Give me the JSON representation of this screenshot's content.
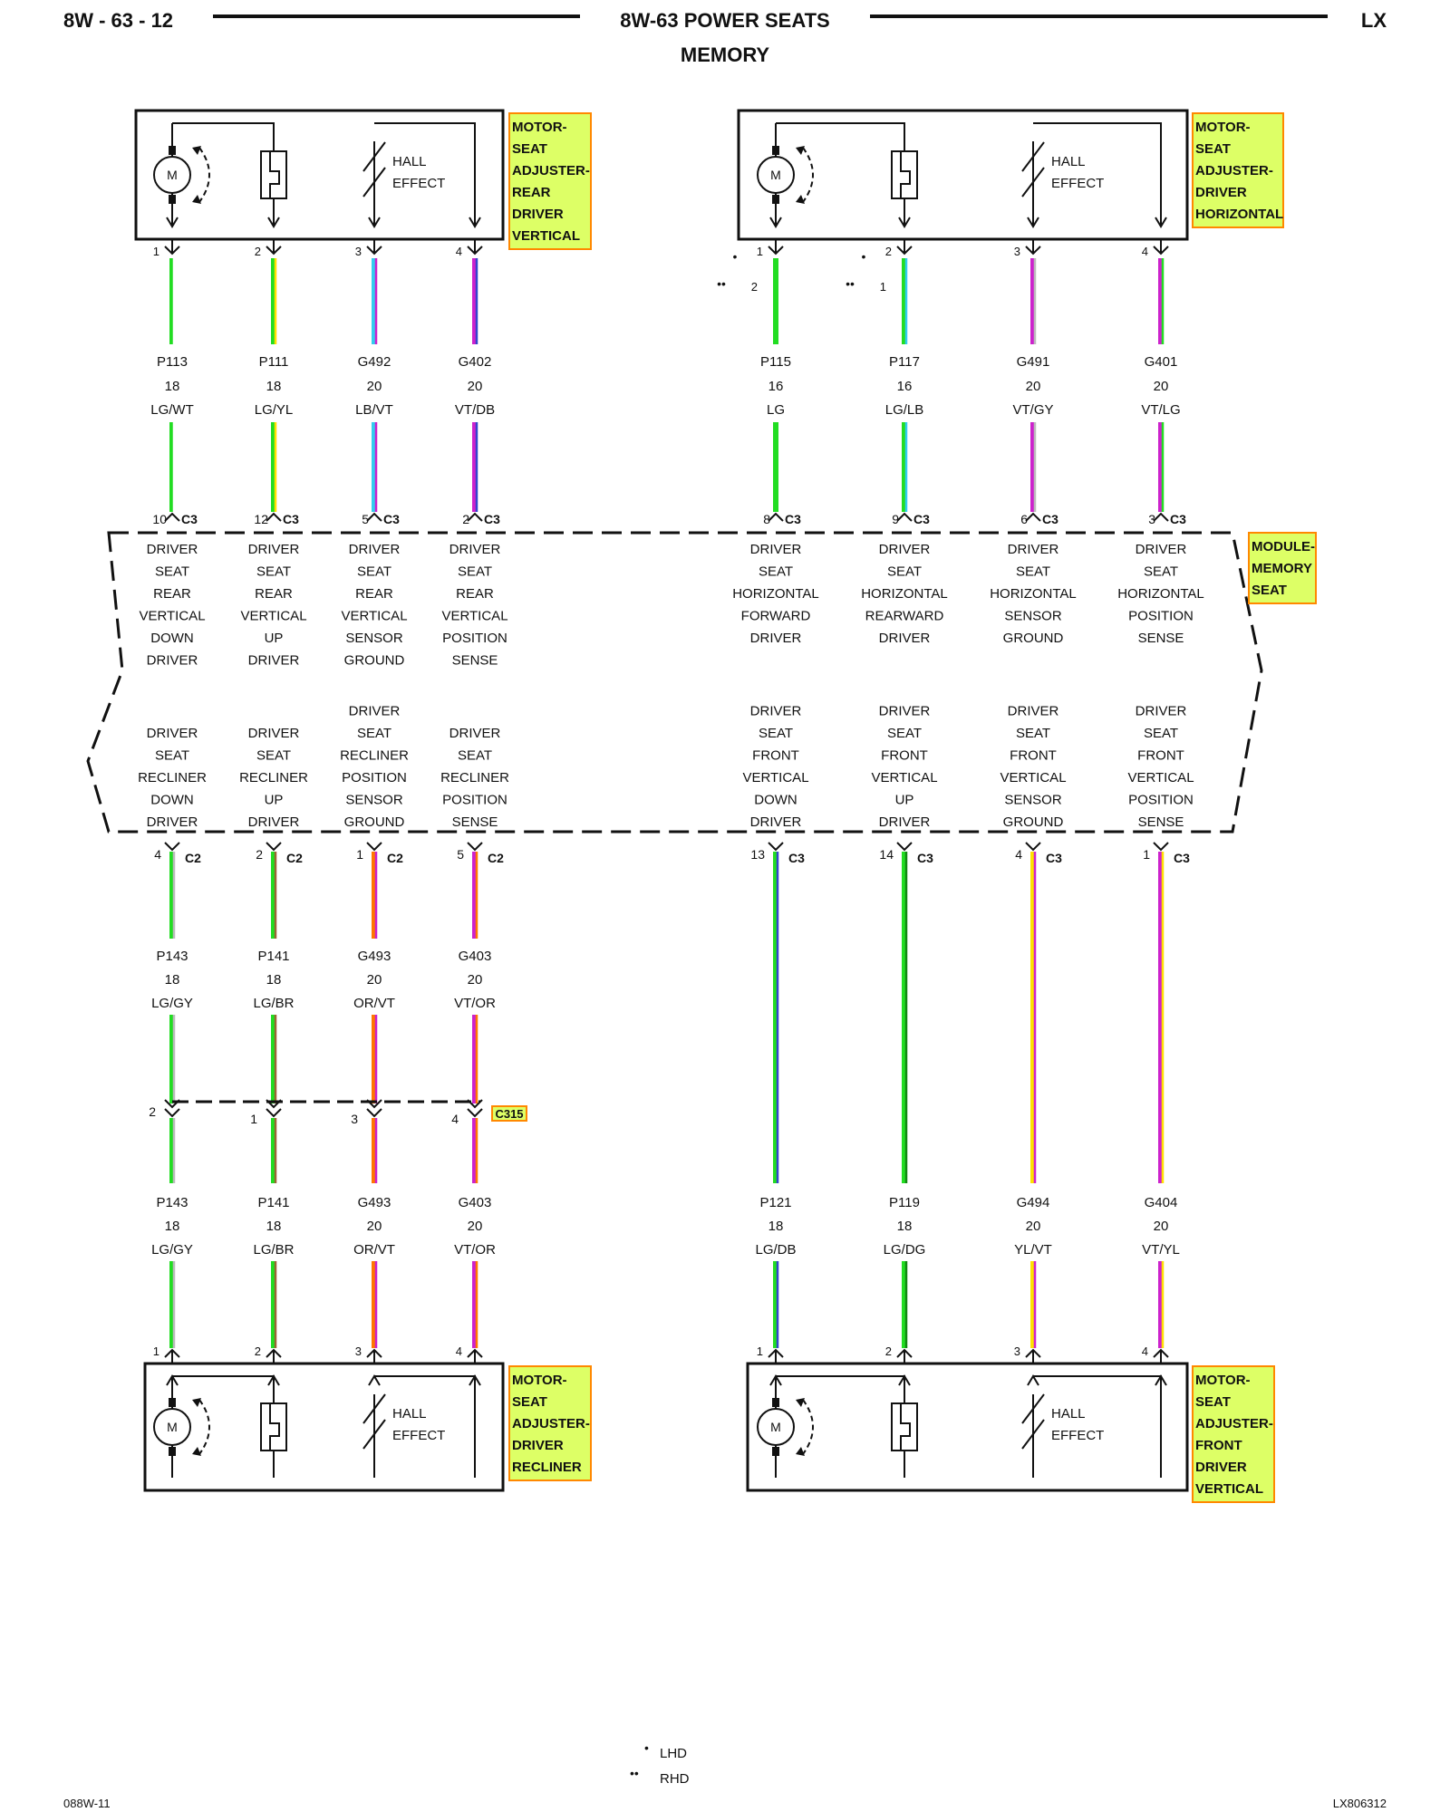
{
  "header": {
    "page_left": "8W - 63 - 12",
    "title": "8W-63 POWER SEATS",
    "subtitle": "MEMORY",
    "page_right": "LX"
  },
  "footer": {
    "left_code": "088W-11",
    "right_code": "LX806312",
    "legend_lhd": "LHD",
    "legend_rhd": "RHD"
  },
  "colors": {
    "LG": "#22dd22",
    "LB": "#33ccee",
    "VT": "#cc22cc",
    "DB": "#3344cc",
    "GY": "#bbbbbb",
    "OR": "#ff7700",
    "YL": "#ffe000",
    "RD": "#ff0000",
    "WT": "#ffffff",
    "BR": "#996633",
    "DG": "#118811",
    "tag_fill": "#ddff66",
    "tag_border": "#ff8800"
  },
  "module": {
    "tag_lines": [
      "MODULE-",
      "MEMORY",
      "SEAT"
    ],
    "upper_connector": "C3",
    "upper_left_functions": [
      [
        "DRIVER",
        "SEAT",
        "REAR",
        "VERTICAL",
        "DOWN",
        "DRIVER"
      ],
      [
        "DRIVER",
        "SEAT",
        "REAR",
        "VERTICAL",
        "UP",
        "DRIVER"
      ],
      [
        "DRIVER",
        "SEAT",
        "REAR",
        "VERTICAL",
        "SENSOR",
        "GROUND"
      ],
      [
        "DRIVER",
        "SEAT",
        "REAR",
        "VERTICAL",
        "POSITION",
        "SENSE"
      ]
    ],
    "upper_right_functions": [
      [
        "DRIVER",
        "SEAT",
        "HORIZONTAL",
        "FORWARD",
        "DRIVER"
      ],
      [
        "DRIVER",
        "SEAT",
        "HORIZONTAL",
        "REARWARD",
        "DRIVER"
      ],
      [
        "DRIVER",
        "SEAT",
        "HORIZONTAL",
        "SENSOR",
        "GROUND"
      ],
      [
        "DRIVER",
        "SEAT",
        "HORIZONTAL",
        "POSITION",
        "SENSE"
      ]
    ],
    "lower_left_functions": [
      [
        "DRIVER",
        "SEAT",
        "RECLINER",
        "DOWN",
        "DRIVER"
      ],
      [
        "DRIVER",
        "SEAT",
        "RECLINER",
        "UP",
        "DRIVER"
      ],
      [
        "DRIVER",
        "SEAT",
        "RECLINER",
        "POSITION",
        "SENSOR",
        "GROUND"
      ],
      [
        "DRIVER",
        "SEAT",
        "RECLINER",
        "POSITION",
        "SENSE"
      ]
    ],
    "lower_right_functions": [
      [
        "DRIVER",
        "SEAT",
        "FRONT",
        "VERTICAL",
        "DOWN",
        "DRIVER"
      ],
      [
        "DRIVER",
        "SEAT",
        "FRONT",
        "VERTICAL",
        "UP",
        "DRIVER"
      ],
      [
        "DRIVER",
        "SEAT",
        "FRONT",
        "VERTICAL",
        "SENSOR",
        "GROUND"
      ],
      [
        "DRIVER",
        "SEAT",
        "FRONT",
        "VERTICAL",
        "POSITION",
        "SENSE"
      ]
    ]
  },
  "motors": {
    "rear_vertical": {
      "tag_lines": [
        "MOTOR-",
        "SEAT",
        "ADJUSTER-",
        "REAR",
        "DRIVER",
        "VERTICAL"
      ],
      "hall_lines": [
        "HALL",
        "EFFECT"
      ],
      "motor_symbol": "M",
      "pins": [
        "1",
        "2",
        "3",
        "4"
      ]
    },
    "horizontal": {
      "tag_lines": [
        "MOTOR-",
        "SEAT",
        "ADJUSTER-",
        "DRIVER",
        "HORIZONTAL"
      ],
      "hall_lines": [
        "HALL",
        "EFFECT"
      ],
      "motor_symbol": "M",
      "pins": [
        "1",
        "2",
        "3",
        "4"
      ],
      "alt_pins": [
        "2",
        "1"
      ]
    },
    "recliner": {
      "tag_lines": [
        "MOTOR-",
        "SEAT",
        "ADJUSTER-",
        "DRIVER",
        "RECLINER"
      ],
      "hall_lines": [
        "HALL",
        "EFFECT"
      ],
      "motor_symbol": "M",
      "pins": [
        "1",
        "2",
        "3",
        "4"
      ]
    },
    "front_vertical": {
      "tag_lines": [
        "MOTOR-",
        "SEAT",
        "ADJUSTER-",
        "FRONT",
        "DRIVER",
        "VERTICAL"
      ],
      "hall_lines": [
        "HALL",
        "EFFECT"
      ],
      "motor_symbol": "M",
      "pins": [
        "1",
        "2",
        "3",
        "4"
      ]
    }
  },
  "upper_left_wires": [
    {
      "circuit": "P113",
      "gauge": "18",
      "color": "LG/WT",
      "c3_pin": "10"
    },
    {
      "circuit": "P111",
      "gauge": "18",
      "color": "LG/YL",
      "c3_pin": "12"
    },
    {
      "circuit": "G492",
      "gauge": "20",
      "color": "LB/VT",
      "c3_pin": "5"
    },
    {
      "circuit": "G402",
      "gauge": "20",
      "color": "VT/DB",
      "c3_pin": "2"
    }
  ],
  "upper_right_wires": [
    {
      "circuit": "P115",
      "gauge": "16",
      "color": "LG",
      "c3_pin": "8"
    },
    {
      "circuit": "P117",
      "gauge": "16",
      "color": "LG/LB",
      "c3_pin": "9"
    },
    {
      "circuit": "G491",
      "gauge": "20",
      "color": "VT/GY",
      "c3_pin": "6"
    },
    {
      "circuit": "G401",
      "gauge": "20",
      "color": "VT/LG",
      "c3_pin": "3"
    }
  ],
  "lower_left_connector": "C2",
  "lower_left_pins": [
    "4",
    "2",
    "1",
    "5"
  ],
  "lower_left_wires_top": [
    {
      "circuit": "P143",
      "gauge": "18",
      "color": "LG/GY"
    },
    {
      "circuit": "P141",
      "gauge": "18",
      "color": "LG/BR"
    },
    {
      "circuit": "G493",
      "gauge": "20",
      "color": "OR/VT"
    },
    {
      "circuit": "G403",
      "gauge": "20",
      "color": "VT/OR"
    }
  ],
  "inline_connector": {
    "label": "C315",
    "pins": [
      "2",
      "1",
      "3",
      "4"
    ]
  },
  "lower_left_wires_bottom": [
    {
      "circuit": "P143",
      "gauge": "18",
      "color": "LG/GY"
    },
    {
      "circuit": "P141",
      "gauge": "18",
      "color": "LG/BR"
    },
    {
      "circuit": "G493",
      "gauge": "20",
      "color": "OR/VT"
    },
    {
      "circuit": "G403",
      "gauge": "20",
      "color": "VT/OR"
    }
  ],
  "lower_right_connector": "C3",
  "lower_right_pins": [
    "13",
    "14",
    "4",
    "1"
  ],
  "lower_right_wires": [
    {
      "circuit": "P121",
      "gauge": "18",
      "color": "LG/DB"
    },
    {
      "circuit": "P119",
      "gauge": "18",
      "color": "LG/DG"
    },
    {
      "circuit": "G494",
      "gauge": "20",
      "color": "YL/VT"
    },
    {
      "circuit": "G404",
      "gauge": "20",
      "color": "VT/YL"
    }
  ]
}
